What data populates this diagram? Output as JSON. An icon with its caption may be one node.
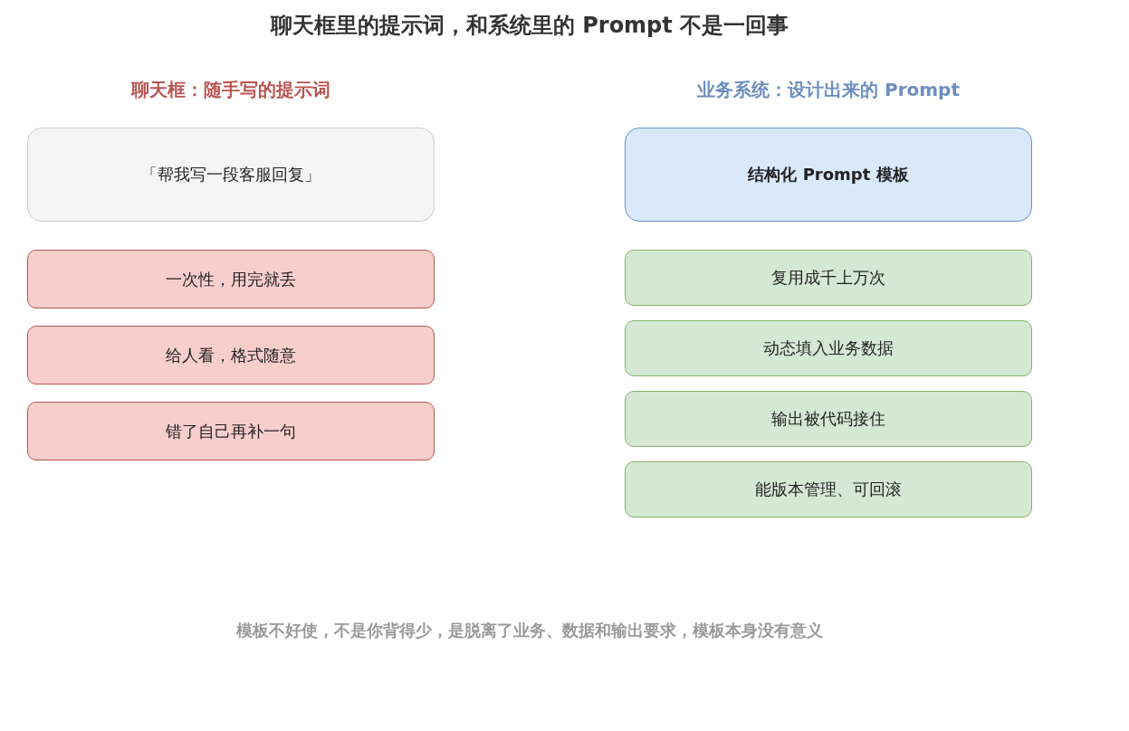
{
  "diagram": {
    "title": "聊天框里的提示词，和系统里的 Prompt 不是一回事",
    "nodes": [
      {
        "text": [
          "「帮我写一段客服回复」"
        ]
      },
      {
        "text": [
          "一次性，用完就丢"
        ]
      },
      {
        "text": [
          "给人看，格式随意"
        ]
      },
      {
        "text": [
          "错了自己再补一句"
        ]
      },
      {
        "text": [
          "结构化 Prompt 模板"
        ]
      },
      {
        "text": [
          "复用成千上万次"
        ]
      },
      {
        "text": [
          "动态填入业务数据"
        ]
      },
      {
        "text": [
          "输出被代码接住"
        ]
      },
      {
        "text": [
          "能版本管理、可回滚"
        ]
      }
    ],
    "edges": [],
    "labels": [
      "聊天框：随手写的提示词",
      "业务系统：设计出来的 Prompt"
    ],
    "caption": "模板不好使，不是你背得少，是脱离了业务、数据和输出要求，模板本身没有意义"
  }
}
